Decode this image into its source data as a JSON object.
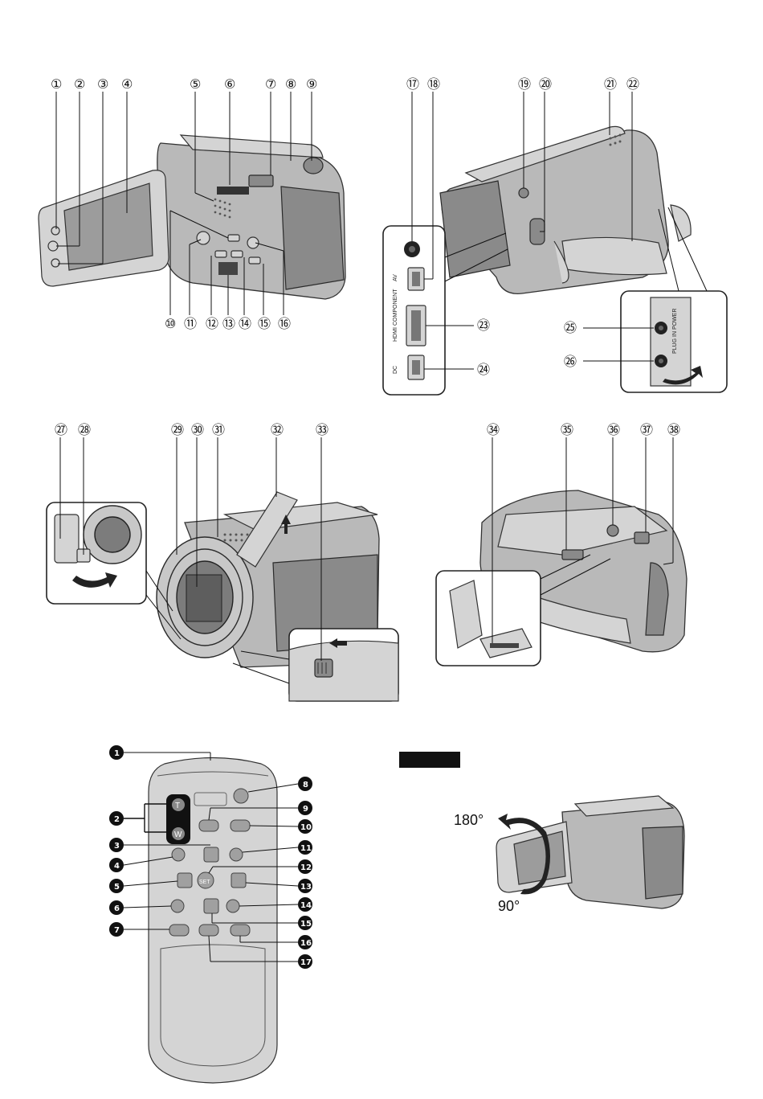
{
  "top_left_callouts": [
    "①",
    "②",
    "③",
    "④",
    "⑤",
    "⑥",
    "⑦",
    "⑧",
    "⑨"
  ],
  "top_left_bottom_callouts": [
    "⑩",
    "⑪",
    "⑫",
    "⑬",
    "⑭",
    "⑮",
    "⑯"
  ],
  "top_right_callouts": [
    "⑰",
    "⑱",
    "⑲",
    "⑳",
    "㉑",
    "㉒"
  ],
  "top_right_side_callouts": [
    "㉓",
    "㉔",
    "㉕",
    "㉖"
  ],
  "middle_left_callouts": [
    "㉗",
    "㉘",
    "㉙",
    "㉚",
    "㉛",
    "㉜",
    "㉝"
  ],
  "middle_right_callouts": [
    "㉞",
    "㉟",
    "㊱",
    "㊲",
    "㊳"
  ],
  "remote_callouts_left": [
    "1",
    "2",
    "3",
    "4",
    "5",
    "6",
    "7"
  ],
  "remote_callouts_right": [
    "8",
    "9",
    "10",
    "11",
    "12",
    "13",
    "14",
    "15",
    "16",
    "17"
  ],
  "remote_button_labels": {
    "t": "T",
    "w": "W",
    "set": "SET"
  },
  "port_labels": {
    "av": "AV",
    "component": "COMPONENT",
    "hdmi": "HDMI",
    "dc": "DC",
    "mic": "PLUG IN POWER"
  },
  "rotation": {
    "upper": "180°",
    "lower": "90°"
  }
}
